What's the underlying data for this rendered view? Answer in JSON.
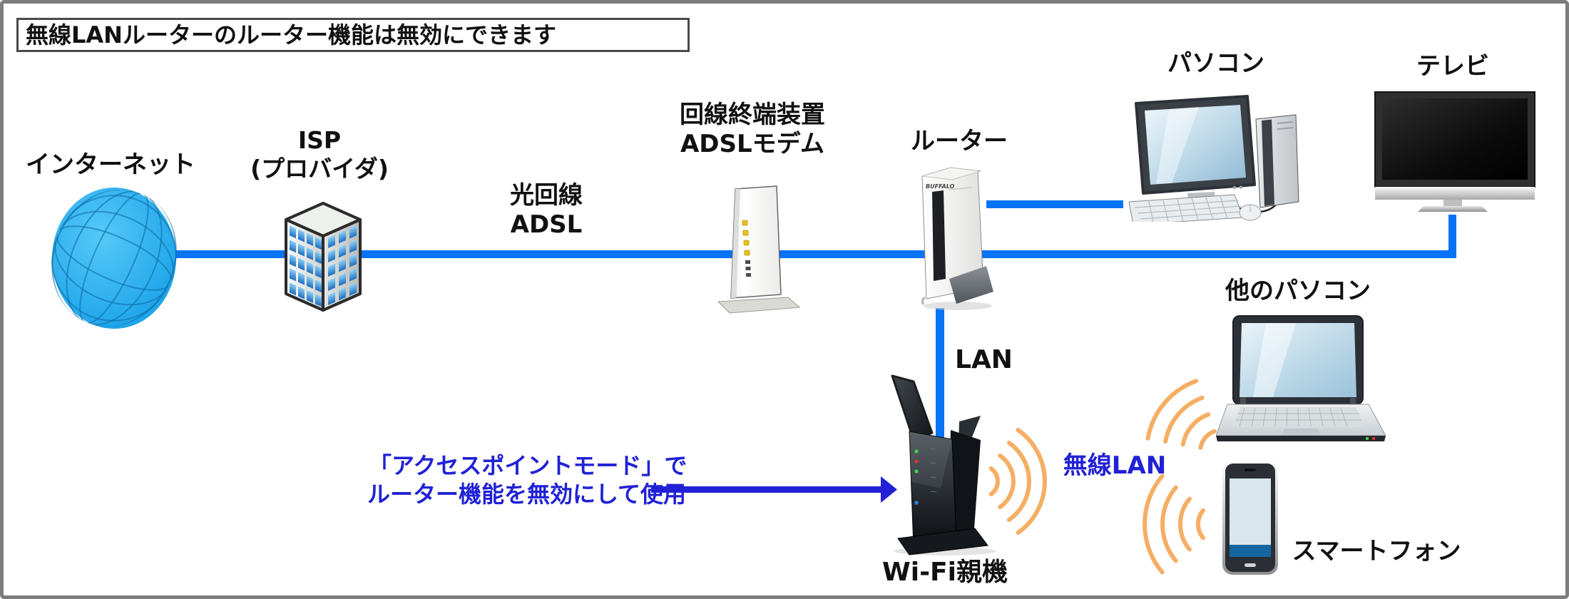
{
  "title": "無線LANルーターのルーター機能は無効にできます",
  "nodes": {
    "internet": {
      "label": "インターネット"
    },
    "isp": {
      "label_line1": "ISP",
      "label_line2": "(プロバイダ)"
    },
    "line_type": {
      "label_line1": "光回線",
      "label_line2": "ADSL"
    },
    "modem": {
      "label_line1": "回線終端装置",
      "label_line2": "ADSLモデム"
    },
    "router": {
      "label": "ルーター",
      "brand": "BUFFALO"
    },
    "pc": {
      "label": "パソコン"
    },
    "tv": {
      "label": "テレビ"
    },
    "wifi_base": {
      "label": "Wi-Fi親機"
    },
    "other_pc": {
      "label": "他のパソコン"
    },
    "smartphone": {
      "label": "スマートフォン"
    }
  },
  "connections": {
    "lan_label": "LAN",
    "wireless_label": "無線LAN"
  },
  "annotation": {
    "line1": "「アクセスポイントモード」で",
    "line2": "ルーター機能を無効にして使用"
  },
  "colors": {
    "connection_line": "#0673F5",
    "annotation_blue": "#2121D6",
    "wave_orange": "#F6AE64",
    "globe_blue": "#2BB2EF"
  }
}
